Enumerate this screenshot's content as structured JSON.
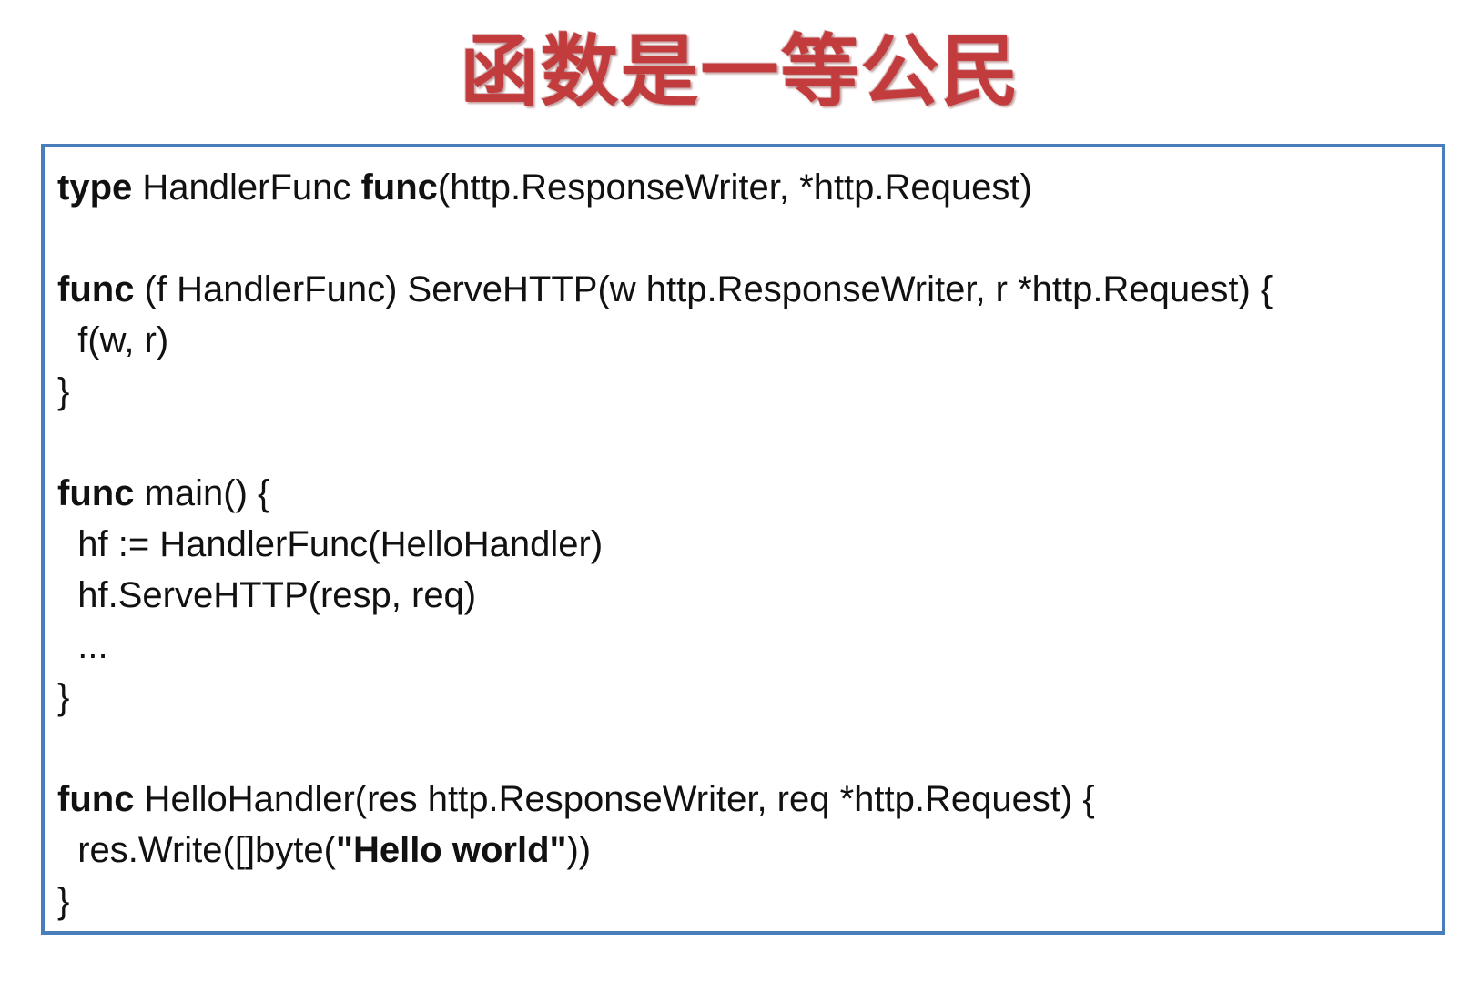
{
  "slide": {
    "title": "函数是一等公民",
    "title_color": "#c23b3d",
    "border_color": "#4a7ebb",
    "text_color": "#111111",
    "background_color": "#ffffff"
  },
  "code": {
    "language": "go",
    "lines": [
      {
        "segments": [
          {
            "text": "type",
            "bold": true
          },
          {
            "text": " HandlerFunc ",
            "bold": false
          },
          {
            "text": "func",
            "bold": true
          },
          {
            "text": "(http.ResponseWriter, *http.Request)",
            "bold": false
          }
        ]
      },
      {
        "segments": []
      },
      {
        "segments": [
          {
            "text": "func",
            "bold": true
          },
          {
            "text": " (f HandlerFunc) ServeHTTP(w http.ResponseWriter, r *http.Request) {",
            "bold": false
          }
        ]
      },
      {
        "segments": [
          {
            "text": "  f(w, r)",
            "bold": false
          }
        ]
      },
      {
        "segments": [
          {
            "text": "}",
            "bold": false
          }
        ]
      },
      {
        "segments": []
      },
      {
        "segments": [
          {
            "text": "func",
            "bold": true
          },
          {
            "text": " main() {",
            "bold": false
          }
        ]
      },
      {
        "segments": [
          {
            "text": "  hf := HandlerFunc(HelloHandler)",
            "bold": false
          }
        ]
      },
      {
        "segments": [
          {
            "text": "  hf.ServeHTTP(resp, req)",
            "bold": false
          }
        ]
      },
      {
        "segments": [
          {
            "text": "  ...",
            "bold": false
          }
        ]
      },
      {
        "segments": [
          {
            "text": "}",
            "bold": false
          }
        ]
      },
      {
        "segments": []
      },
      {
        "segments": [
          {
            "text": "func",
            "bold": true
          },
          {
            "text": " HelloHandler(res http.ResponseWriter, req *http.Request) {",
            "bold": false
          }
        ]
      },
      {
        "segments": [
          {
            "text": "  res.Write([]byte(",
            "bold": false
          },
          {
            "text": "\"Hello world\"",
            "bold": true
          },
          {
            "text": "))",
            "bold": false
          }
        ]
      },
      {
        "segments": [
          {
            "text": "}",
            "bold": false
          }
        ]
      }
    ]
  }
}
